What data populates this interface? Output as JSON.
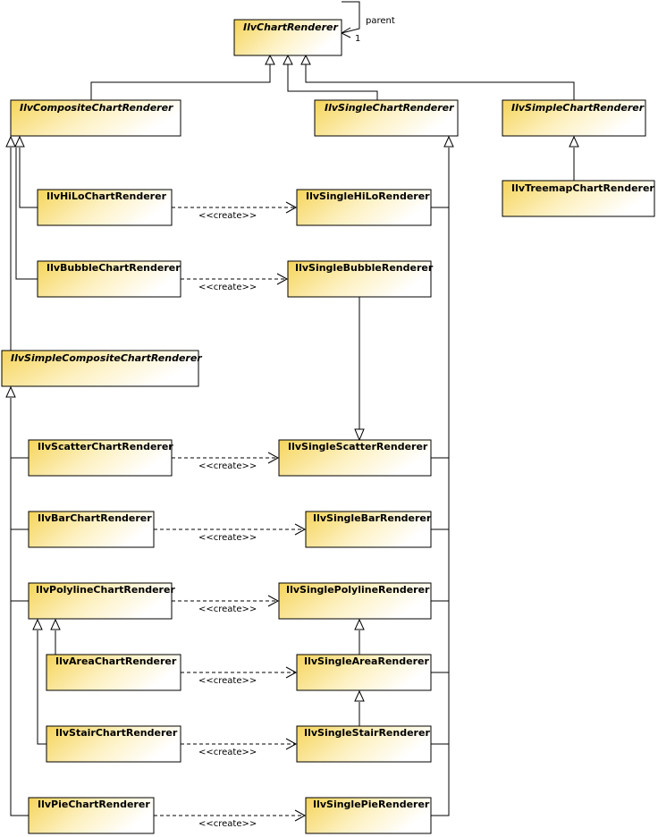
{
  "classes": {
    "chart_renderer": {
      "name": "IlvChartRenderer",
      "abstract": true
    },
    "composite_chart_renderer": {
      "name": "IlvCompositeChartRenderer",
      "abstract": true
    },
    "single_chart_renderer": {
      "name": "IlvSingleChartRenderer",
      "abstract": true
    },
    "simple_chart_renderer": {
      "name": "IlvSimpleChartRenderer",
      "abstract": true
    },
    "treemap_chart_renderer": {
      "name": "IlvTreemapChartRenderer",
      "abstract": false
    },
    "hilo_chart_renderer": {
      "name": "IlvHiLoChartRenderer",
      "abstract": false
    },
    "single_hilo_renderer": {
      "name": "IlvSingleHiLoRenderer",
      "abstract": false
    },
    "bubble_chart_renderer": {
      "name": "IlvBubbleChartRenderer",
      "abstract": false
    },
    "single_bubble_renderer": {
      "name": "IlvSingleBubbleRenderer",
      "abstract": false
    },
    "simple_composite_chart_renderer": {
      "name": "IlvSimpleCompositeChartRenderer",
      "abstract": true
    },
    "scatter_chart_renderer": {
      "name": "IlvScatterChartRenderer",
      "abstract": false
    },
    "single_scatter_renderer": {
      "name": "IlvSingleScatterRenderer",
      "abstract": false
    },
    "bar_chart_renderer": {
      "name": "IlvBarChartRenderer",
      "abstract": false
    },
    "single_bar_renderer": {
      "name": "IlvSingleBarRenderer",
      "abstract": false
    },
    "polyline_chart_renderer": {
      "name": "IlvPolylineChartRenderer",
      "abstract": false
    },
    "single_polyline_renderer": {
      "name": "IlvSinglePolylineRenderer",
      "abstract": false
    },
    "area_chart_renderer": {
      "name": "IlvAreaChartRenderer",
      "abstract": false
    },
    "single_area_renderer": {
      "name": "IlvSingleAreaRenderer",
      "abstract": false
    },
    "stair_chart_renderer": {
      "name": "IlvStairChartRenderer",
      "abstract": false
    },
    "single_stair_renderer": {
      "name": "IlvSingleStairRenderer",
      "abstract": false
    },
    "pie_chart_renderer": {
      "name": "IlvPieChartRenderer",
      "abstract": false
    },
    "single_pie_renderer": {
      "name": "IlvSinglePieRenderer",
      "abstract": false
    }
  },
  "self_association": {
    "role": "parent",
    "multiplicity": "1"
  },
  "create_label": "<<create>>",
  "create_relations": [
    {
      "from": "hilo_chart_renderer",
      "to": "single_hilo_renderer"
    },
    {
      "from": "bubble_chart_renderer",
      "to": "single_bubble_renderer"
    },
    {
      "from": "scatter_chart_renderer",
      "to": "single_scatter_renderer"
    },
    {
      "from": "bar_chart_renderer",
      "to": "single_bar_renderer"
    },
    {
      "from": "polyline_chart_renderer",
      "to": "single_polyline_renderer"
    },
    {
      "from": "area_chart_renderer",
      "to": "single_area_renderer"
    },
    {
      "from": "stair_chart_renderer",
      "to": "single_stair_renderer"
    },
    {
      "from": "pie_chart_renderer",
      "to": "single_pie_renderer"
    }
  ],
  "colors": {
    "box_start": "#f5d45a",
    "box_end": "#ffffff",
    "line": "#000000"
  }
}
